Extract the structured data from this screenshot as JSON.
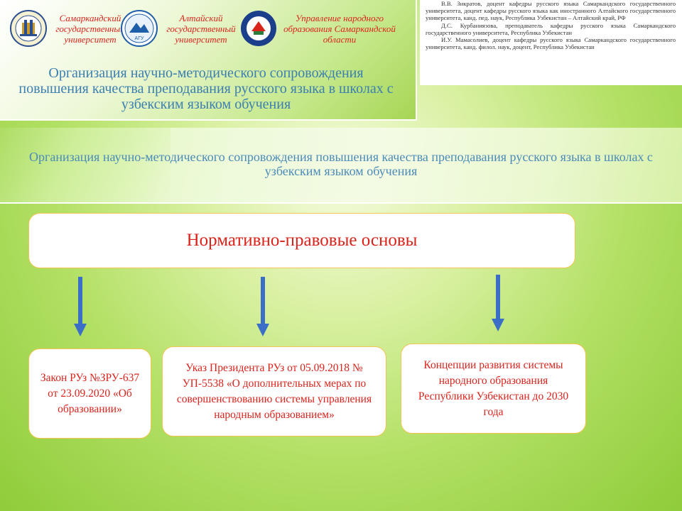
{
  "banner": {
    "logos": [
      {
        "name": "samarkand-university-logo-icon",
        "caption": "Самаркандский государственный университет"
      },
      {
        "name": "altai-university-logo-icon",
        "caption": "Алтайский государственный университет"
      },
      {
        "name": "samarkand-education-logo-icon",
        "caption": "Управление народного образования Самаркандской области"
      }
    ],
    "agu_mark": "АГУ",
    "title": "Организация научно-методического сопровождения повышения качества преподавания русского языка в школах с узбекским языком обучения"
  },
  "authors": [
    "В.В. Зикратов, доцент кафедры русского языка Самаркандского государственного университета, доцент кафедры русского языка как иностранного Алтайского государственного университета, канд. пед. наук, Республика Узбекистан – Алтайский край, РФ",
    "Д.С. Курбаниязова, преподаватель кафедры русского языка Самаркандского государственного университета, Республика Узбекистан",
    "И.У. Мамасолиев, доцент кафедры русского языка Самаркандского государственного университета, канд. филол. наук, доцент, Республика Узбекистан"
  ],
  "band_title": "Организация научно-методического сопровождения повышения качества преподавания русского языка в школах с узбекским языком обучения",
  "main_box": "Нормативно-правовые  основы",
  "boxes": [
    "Закон РУз №ЗРУ-637 от 23.09.2020 «Об образовании»",
    "Указ Президента РУз от 05.09.2018 № УП-5538 «О дополнительных мерах по совершенствованию системы управления народным образованием»",
    "Концепции развития системы народного образования Республики Узбекистан до 2030 года"
  ],
  "colors": {
    "accent_red": "#d9241c",
    "title_blue": "#3b7fb0",
    "arrow_blue": "#3b6fc7",
    "box_border": "#f0c550"
  }
}
